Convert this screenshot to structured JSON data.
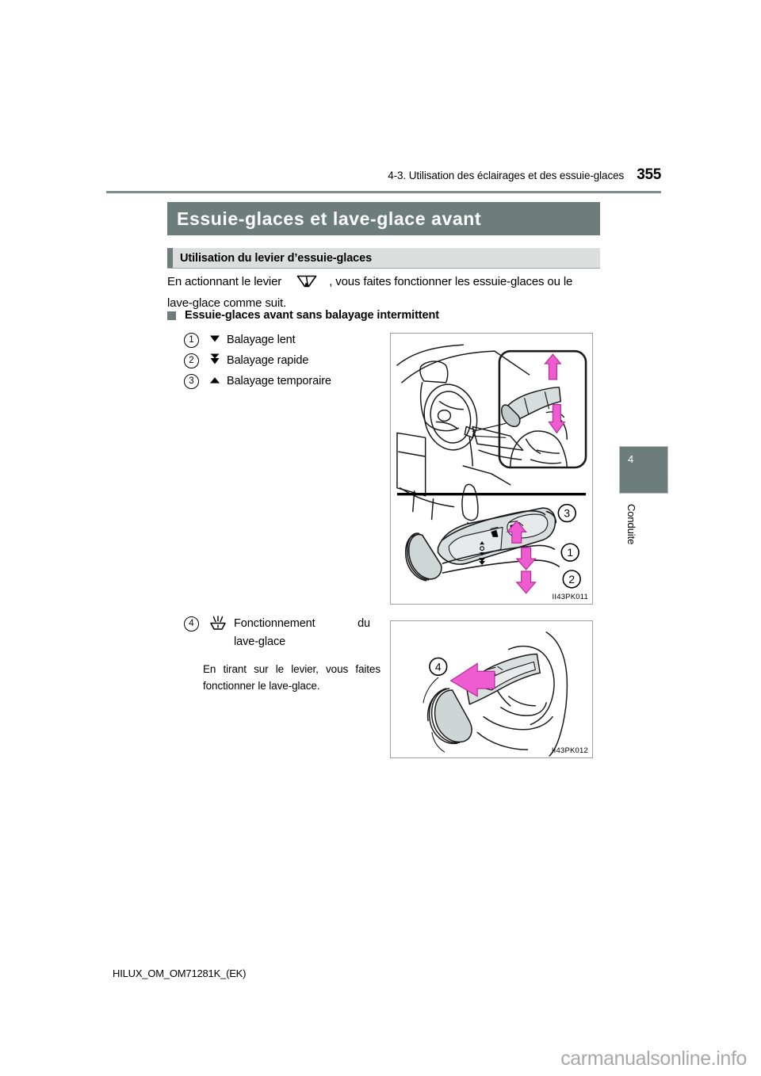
{
  "header": {
    "breadcrumb": "4-3. Utilisation des éclairages et des essuie-glaces",
    "page_number": "355"
  },
  "title_banner": {
    "text": "Essuie-glaces et lave-glace avant",
    "background_color": "#6d7d7c",
    "text_color": "#ffffff"
  },
  "subsection": {
    "text": "Utilisation du levier d’essuie-glaces",
    "background_color": "#dcdedd",
    "tab_color": "#6d7d7c"
  },
  "intro": {
    "part1": "En actionnant le levier",
    "icon": "windshield-wiper-icon",
    "part2": ", vous faites fonctionner les essuie-glaces ou le lave-glace comme suit."
  },
  "bullet_heading": {
    "text": "Essuie-glaces avant sans balayage intermittent",
    "marker_color": "#6d7d7c"
  },
  "mode_list": [
    {
      "number": "1",
      "icon": "arrow-down-icon",
      "label": "Balayage lent"
    },
    {
      "number": "2",
      "icon": "double-arrow-down-icon",
      "label": "Balayage rapide"
    },
    {
      "number": "3",
      "icon": "triangle-up-icon",
      "label": "Balayage temporaire"
    }
  ],
  "washer": {
    "number": "4",
    "icon": "washer-spray-icon",
    "label_line1": "Fonctionnement du",
    "label_line2": "lave-glace",
    "body": "En tirant sur le levier, vous faites fonctionner le lave-glace."
  },
  "figures": [
    {
      "code": "II43PK011",
      "callouts": [
        "1",
        "2",
        "3"
      ],
      "description": "Vue intérieure du poste de conduite avec gros plan de la main sur le levier d’essuie-glaces, et détail du levier"
    },
    {
      "code": "II43PK012",
      "callouts": [
        "4"
      ],
      "description": "Main tirant le levier vers le conducteur pour actionner le lave-glace"
    }
  ],
  "chapter_tab": {
    "number": "4",
    "name": "Conduite",
    "color": "#6d7d7c"
  },
  "footer": {
    "document_code": "HILUX_OM_OM71281K_(EK)",
    "watermark": "carmanualsonline.info"
  }
}
